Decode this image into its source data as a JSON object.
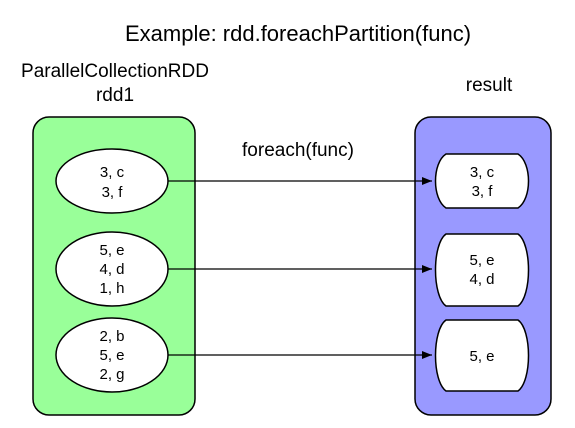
{
  "title": "Example: rdd.foreachPartition(func)",
  "left_rdd": {
    "type_label": "ParallelCollectionRDD",
    "name": "rdd1",
    "fill": "#99ff99",
    "partitions": [
      {
        "lines": [
          "3, c",
          "3, f"
        ]
      },
      {
        "lines": [
          "5, e",
          "4, d",
          "1, h"
        ]
      },
      {
        "lines": [
          "2, b",
          "5, e",
          "2, g"
        ]
      }
    ]
  },
  "operation": {
    "label": "foreach(func)"
  },
  "right_rdd": {
    "name": "result",
    "fill": "#9999ff",
    "partitions": [
      {
        "lines": [
          "3, c",
          "3, f"
        ]
      },
      {
        "lines": [
          "5, e",
          "4, d"
        ]
      },
      {
        "lines": [
          "5, e"
        ]
      }
    ]
  }
}
